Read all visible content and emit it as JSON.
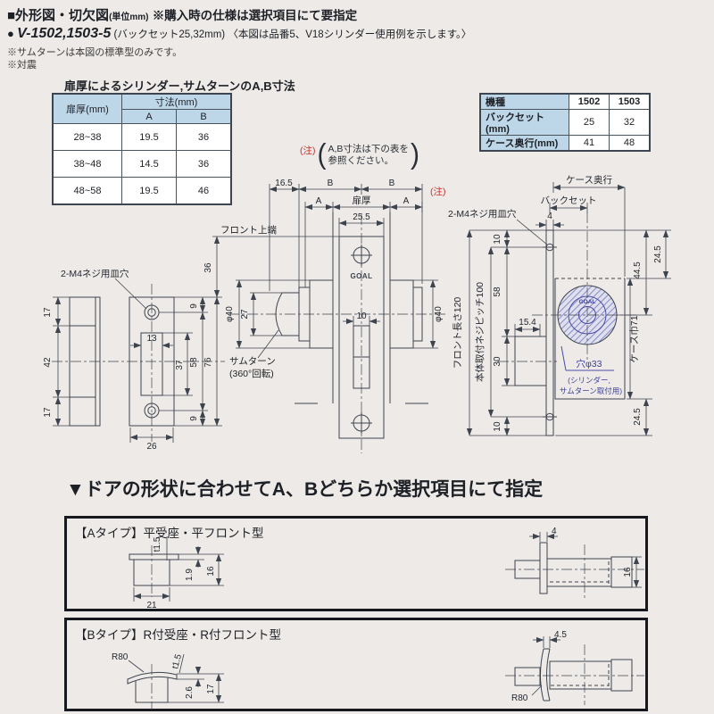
{
  "header": {
    "title": "■外形図・切欠図",
    "title_unit": "(単位mm)",
    "title_note": "※購入時の仕様は選択項目にて要指定",
    "bullet": "●",
    "product": "V-1502,1503-5",
    "product_paren": "(バックセット25,32mm)",
    "product_note": "〈本図は品番5、V18シリンダー使用例を示します。〉",
    "note1": "※サムターンは本図の標準型のみです。",
    "note2": "※対震"
  },
  "dim_table": {
    "title": "扉厚によるシリンダー,サムターンのA,B寸法",
    "header_door": "扉厚(mm)",
    "header_dim": "寸法(mm)",
    "header_a": "A",
    "header_b": "B",
    "rows": [
      [
        "28~38",
        "19.5",
        "36"
      ],
      [
        "38~48",
        "14.5",
        "36"
      ],
      [
        "48~58",
        "19.5",
        "46"
      ]
    ]
  },
  "spec_table": {
    "header_model": "機種",
    "model1": "1502",
    "model2": "1503",
    "rows": [
      [
        "バックセット(mm)",
        "25",
        "32"
      ],
      [
        "ケース奥行(mm)",
        "41",
        "48"
      ]
    ]
  },
  "strike": {
    "screw_label": "2-M4ネジ用皿穴",
    "d17a": "17",
    "d42": "42",
    "d17b": "17",
    "d36": "36",
    "d76": "76",
    "d9a": "9",
    "d58": "58",
    "d9b": "9",
    "d37": "37",
    "d13": "13",
    "d26": "26"
  },
  "center": {
    "note_mark": "(注)",
    "note_open": "(",
    "note_line1": "A,B寸法は下の表を",
    "note_line2": "参照ください。",
    "note_close": ")",
    "note_mark2": "(注)",
    "d165": "16.5",
    "b1": "B",
    "b2": "B",
    "a1": "A",
    "door": "扉厚",
    "a2": "A",
    "d255": "25.5",
    "front_top": "フロント上端",
    "goal": "GOAL",
    "phi40l": "φ40",
    "d27": "27",
    "phi40r": "φ40",
    "thumb1": "サムターン",
    "thumb2": "(360°回転)",
    "d10": "10"
  },
  "side": {
    "case_depth": "ケース奥行",
    "backset": "バックセット",
    "d4": "4",
    "screw_label": "2-M4ネジ用皿穴",
    "d10t": "10",
    "d58": "58",
    "d30": "30",
    "d10b": "10",
    "d154": "15.4",
    "pitch": "本体取付ネジピッチ100",
    "front_len": "フロント長さ120",
    "d245t": "24.5",
    "d445": "44.5",
    "case_w": "ケース巾71",
    "d245b": "24.5",
    "goal": "GOAL",
    "hole1": "穴φ33",
    "hole2": "(シリンダー,",
    "hole3": "サムターン取付用)"
  },
  "bottom": {
    "heading": "▼ドアの形状に合わせてA、Bどちらか選択項目にて指定",
    "type_a": {
      "label": "【Aタイプ】平受座・平フロント型",
      "t15": "t1.5",
      "d19": "1.9",
      "d16": "16",
      "d21": "21",
      "d4": "4",
      "d16r": "16"
    },
    "type_b": {
      "label": "【Bタイプ】R付受座・R付フロント型",
      "r80": "R80",
      "t15": "t1.5",
      "d26": "2.6",
      "d17": "17",
      "d45": "4.5",
      "r80r": "R80"
    }
  }
}
